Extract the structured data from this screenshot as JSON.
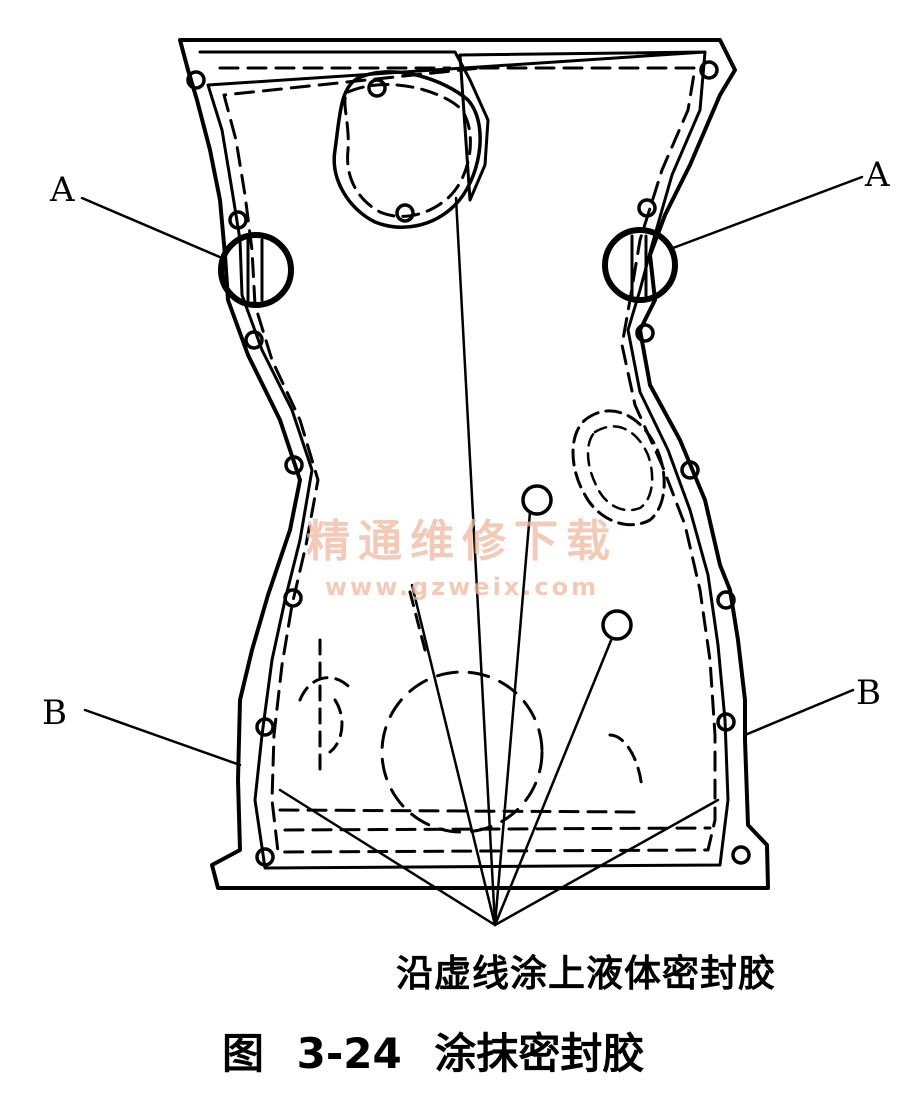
{
  "labels": {
    "a_left": "A",
    "a_right": "A",
    "b_left": "B",
    "b_right": "B"
  },
  "callout_text": "沿虚线涂上液体密封胶",
  "caption": "图 3-24   涂抹密封胶",
  "watermark": {
    "line1": "精通维修下载",
    "line2": "www.gzweix.com",
    "color": "#f0b8a0"
  },
  "colors": {
    "line": "#000000",
    "background": "#ffffff"
  }
}
